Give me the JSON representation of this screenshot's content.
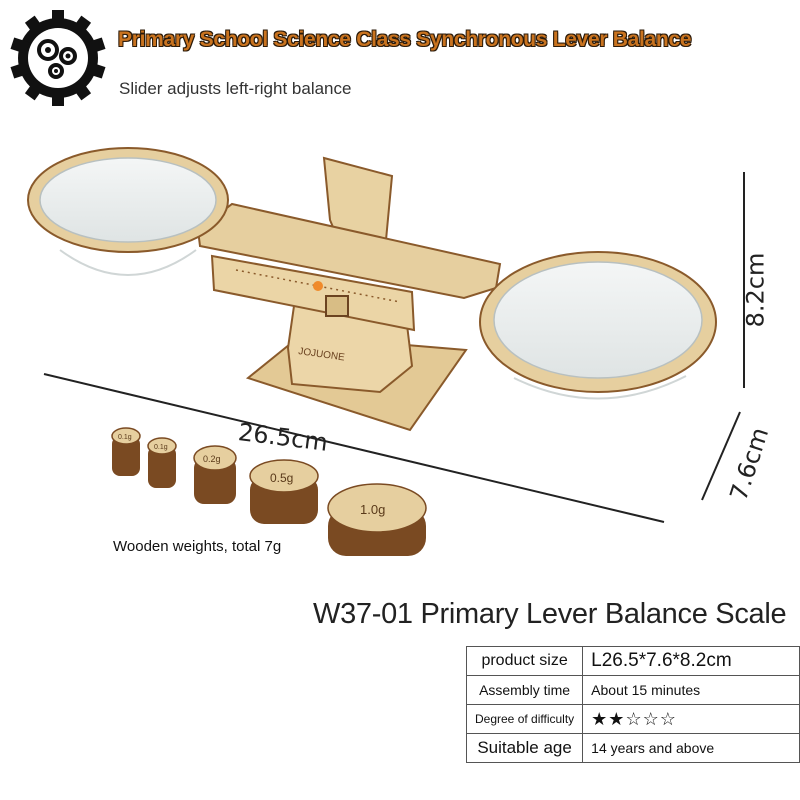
{
  "header": {
    "logo_icon": "gears-logo-icon",
    "title": "Primary School Science Class Synchronous Lever Balance",
    "subtitle": "Slider adjusts left-right balance"
  },
  "dimensions": {
    "length": "26.5cm",
    "height": "8.2cm",
    "width": "7.6cm"
  },
  "weights": {
    "labels": [
      "0.1g",
      "0.1g",
      "0.2g",
      "0.5g",
      "1.0g"
    ],
    "caption": "Wooden weights, total 7g"
  },
  "product": {
    "name": "W37-01 Primary Lever Balance Scale",
    "brand_mark": "JOJUONE"
  },
  "specs": [
    {
      "key": "product size",
      "value": "L26.5*7.6*8.2cm"
    },
    {
      "key": "Assembly time",
      "value": "About 15 minutes"
    },
    {
      "key": "Degree of difficulty",
      "value": "★★☆☆☆",
      "rating": 2,
      "max": 5
    },
    {
      "key": "Suitable age",
      "value": "14 years and above"
    }
  ],
  "colors": {
    "wood": "#e6cf9f",
    "wood_edge": "#8a5a2b",
    "title_orange": "#c9731f"
  }
}
